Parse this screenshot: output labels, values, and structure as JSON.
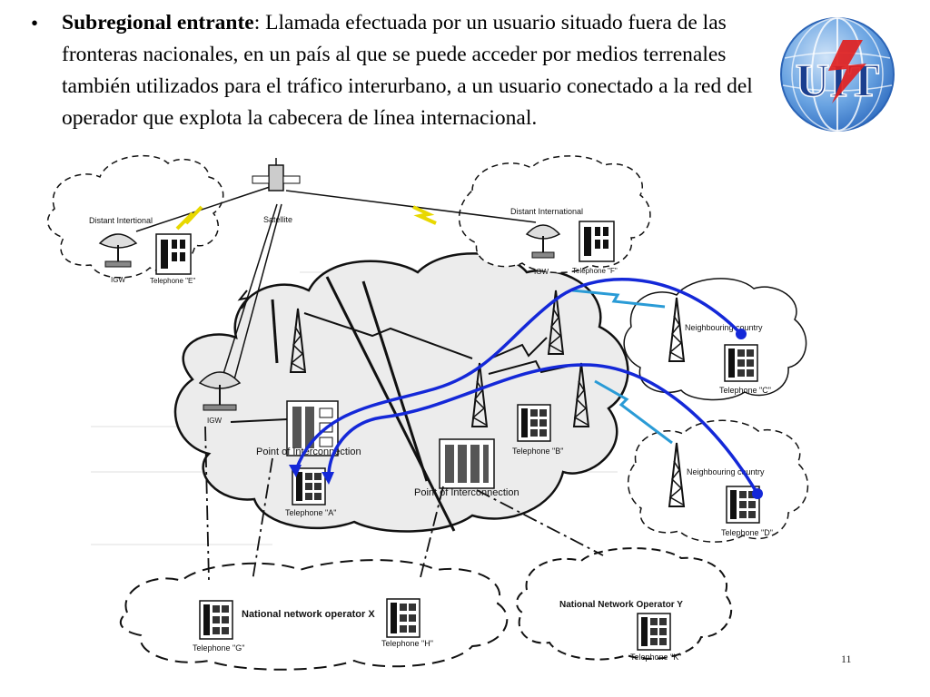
{
  "slide": {
    "bullet_symbol": "•",
    "term": "Subregional entrante",
    "separator": ":",
    "definition": " Llamada efectuada por un usuario situado fuera de las fronteras nacionales, en un país al que se puede acceder por medios terrenales también utilizados para el tráfico interurbano, a un usuario conectado a la red del operador que explota la cabecera de línea internacional.",
    "page_number": "11"
  },
  "logo": {
    "text": "UIT",
    "colors": {
      "globe": "#3d7ed0",
      "globe_light": "#8ab8ea",
      "letters": "#1b3f8f",
      "bolt": "#e02020"
    }
  },
  "diagram": {
    "clouds": {
      "distant_left": "Distant Intertional",
      "distant_right": "Distant International",
      "neighbouring_top": "Neighbouring country",
      "neighbouring_bottom": "Neighbouring country",
      "national_x": "National network operator X",
      "national_y": "National Network Operator Y"
    },
    "nodes": {
      "satellite": "Satellite",
      "igw_left": "IGW",
      "igw_right": "IGW",
      "igw_main": "IGW",
      "telephone_e": "Telephone \"E\"",
      "telephone_f": "Telephone \"F\"",
      "telephone_a": "Telephone \"A\"",
      "telephone_b": "Telephone \"B\"",
      "telephone_c": "Telephone \"C\"",
      "telephone_d": "Telephone \"D\"",
      "telephone_g": "Telephone \"G\"",
      "telephone_h": "Telephone \"H\"",
      "telephone_k": "Telephone \"K\"",
      "poi_left": "Point of Interconnection",
      "poi_right": "Point of Interconnection"
    },
    "colors": {
      "call_path": "#1428d8",
      "radio_link": "#2a9bd6",
      "satellite_link": "#e8d800",
      "line": "#111111"
    }
  }
}
